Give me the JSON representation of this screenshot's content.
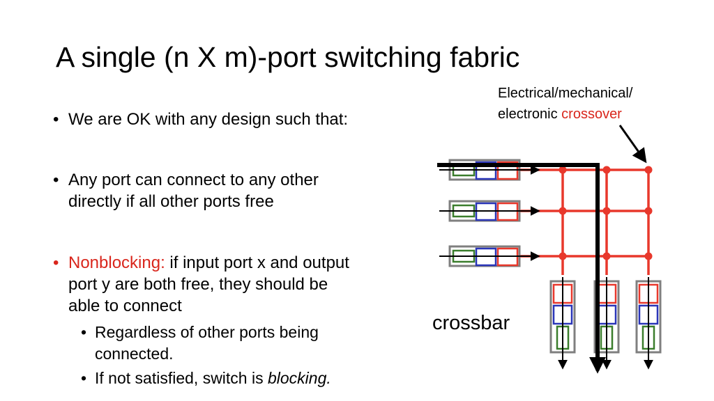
{
  "title": "A single (n X m)-port switching fabric",
  "bullets": {
    "b1": "We are OK with any design such that:",
    "b2_line1": "Any port can connect to any other",
    "b2_line2": "directly if all other ports free",
    "b3_term": "Nonblocking:",
    "b3_line1_rest": " if input port x and output",
    "b3_line2": "port y are both free, they should be",
    "b3_line3": "able to connect",
    "sub1_line1": "Regardless of other ports being",
    "sub1_line2": "connected.",
    "sub2_text": "If not satisfied, switch is ",
    "sub2_emph": "blocking."
  },
  "annotation": {
    "line1": "Electrical/mechanical/",
    "line2_prefix": "electronic ",
    "line2_highlight": "crossover"
  },
  "diagram": {
    "label": "crossbar",
    "input_ports": 3,
    "output_ports": 3,
    "colors": {
      "grid": "#e8382c",
      "crosspoint": "#e8382c",
      "highlight_path": "#000000",
      "port_frame": "#7f7f7f",
      "cell_green": "#3a7d2c",
      "cell_blue": "#2a35b8",
      "cell_red": "#e8382c",
      "accent_text": "#d9261c"
    }
  }
}
